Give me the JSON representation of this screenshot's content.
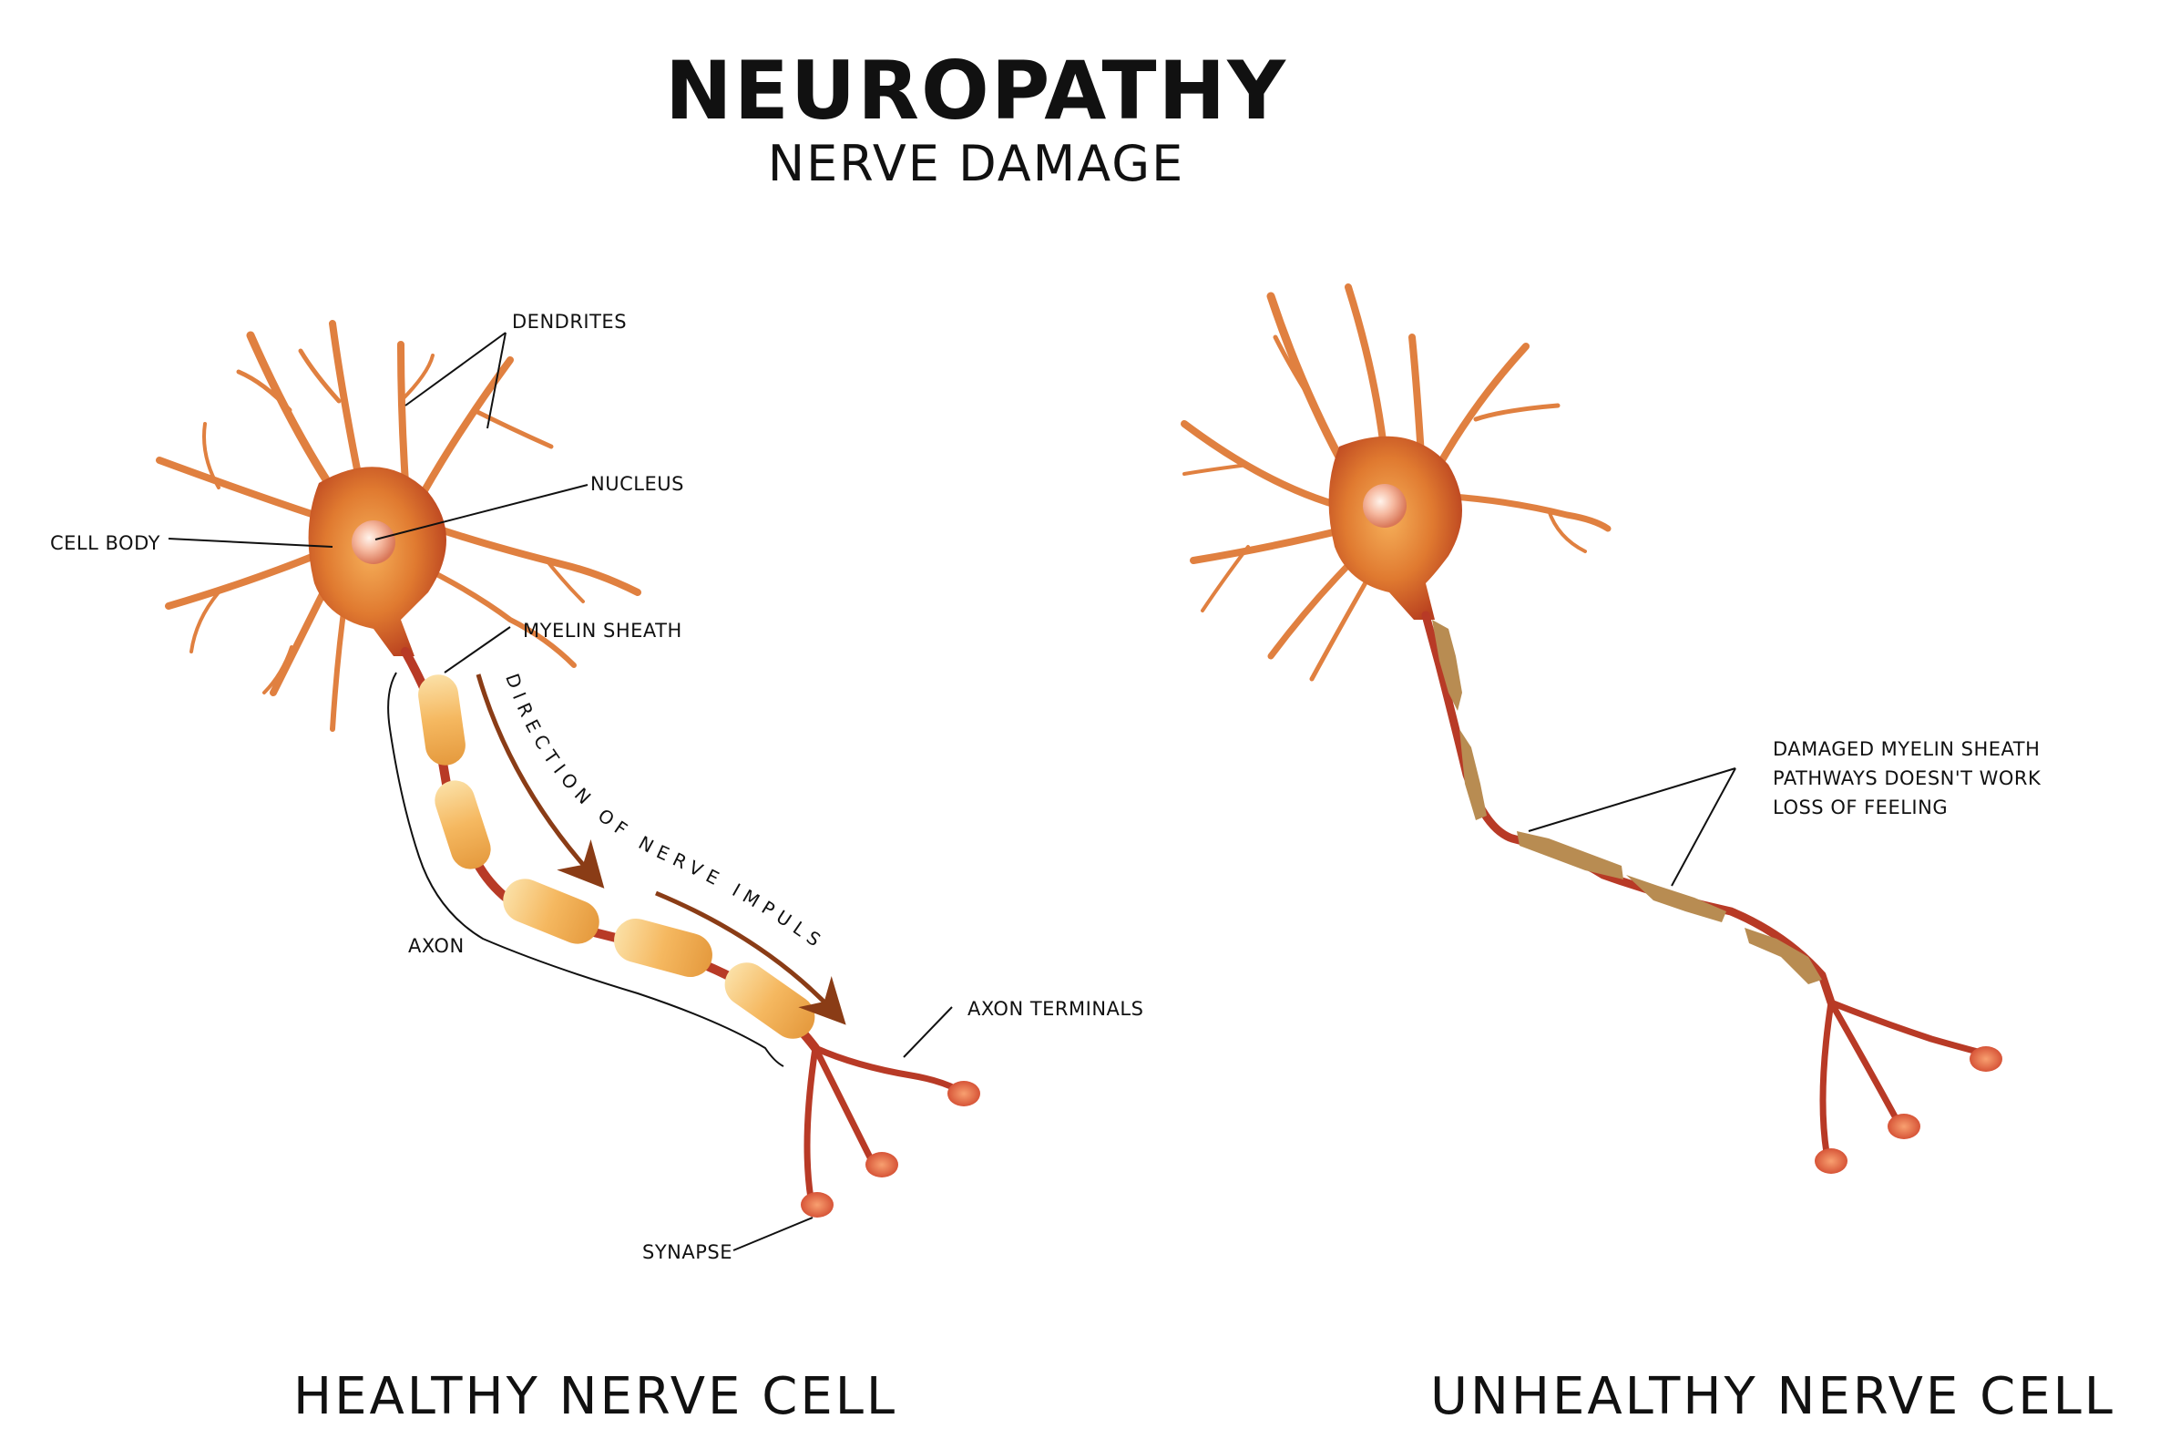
{
  "title": "NEUROPATHY",
  "subtitle": "NERVE DAMAGE",
  "healthy": {
    "caption": "HEALTHY NERVE CELL",
    "labels": {
      "dendrites": "DENDRITES",
      "nucleus": "NUCLEUS",
      "cell_body": "CELL BODY",
      "myelin_sheath": "MYELIN SHEATH",
      "axon": "AXON",
      "axon_terminals": "AXON TERMINALS",
      "synapse": "SYNAPSE"
    },
    "impulse_text": "DIRECTION OF NERVE IMPULSE"
  },
  "unhealthy": {
    "caption": "UNHEALTHY NERVE CELL",
    "damage_lines": [
      "DAMAGED MYELIN SHEATH",
      "PATHWAYS DOESN'T WORK",
      "LOSS OF FEELING"
    ]
  },
  "colors": {
    "background": "#ffffff",
    "dendrite": "#e08040",
    "cell_body": "#e07a30",
    "axon": "#b83a26",
    "myelin": "#f5b860",
    "damaged_myelin": "#b88c52",
    "impulse_arrow": "#8a3c16",
    "text": "#111111"
  }
}
